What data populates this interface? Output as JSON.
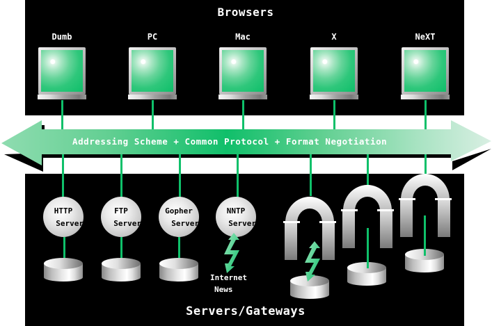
{
  "diagram": {
    "top_title": "Browsers",
    "bottom_title": "Servers/Gateways",
    "band_text": "Addressing Scheme + Common Protocol + Format Negotiation",
    "browsers": [
      {
        "label": "Dumb",
        "icon": "monitor-icon"
      },
      {
        "label": "PC",
        "icon": "monitor-icon"
      },
      {
        "label": "Mac",
        "icon": "monitor-icon"
      },
      {
        "label": "X",
        "icon": "monitor-icon"
      },
      {
        "label": "NeXT",
        "icon": "monitor-icon"
      }
    ],
    "servers": [
      {
        "line1": "HTTP",
        "line2": "Server",
        "icon": "sphere-server-icon"
      },
      {
        "line1": "FTP",
        "line2": "Server",
        "icon": "sphere-server-icon"
      },
      {
        "line1": "Gopher",
        "line2": "Server",
        "icon": "sphere-server-icon"
      },
      {
        "line1": "NNTP",
        "line2": "Server",
        "icon": "sphere-server-icon"
      }
    ],
    "news": {
      "line1": "Internet",
      "line2": "News",
      "icon": "lightning-icon"
    },
    "gateways": [
      {
        "icon": "gateway-arch-icon"
      },
      {
        "icon": "gateway-arch-icon"
      },
      {
        "icon": "gateway-arch-icon"
      }
    ],
    "colors": {
      "background": "#000000",
      "connector": "#0fc06a",
      "band_dark": "#0fbf6a",
      "band_light": "#d8efe2",
      "text": "#ffffff"
    }
  }
}
